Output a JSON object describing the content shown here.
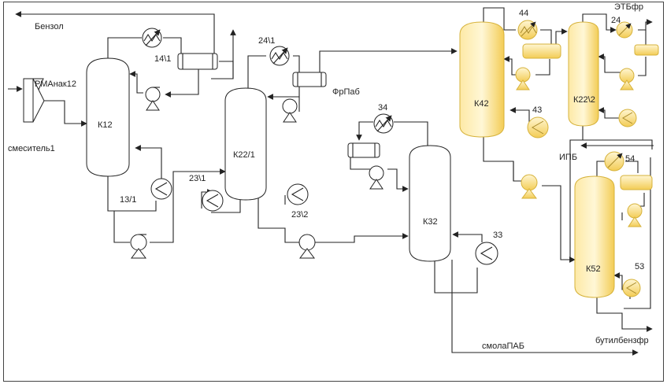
{
  "labels": {
    "benzol": "Бензол",
    "rma": "РМАнак12",
    "smesitel": "смеситель1",
    "he_14_1": "14\\1",
    "k12": "К12",
    "p_13_1": "13/1",
    "he_24_1": "24\\1",
    "k22_1": "К22/1",
    "he_23_1": "23\\1",
    "he_23_2": "23\\2",
    "frpab": "ФрПаб",
    "he_34": "34",
    "k32": "К32",
    "he_33": "33",
    "k42": "К42",
    "he_44": "44",
    "he_43": "43",
    "etbfr": "ЭТБфр",
    "he_24": "24",
    "k22_2": "К22\\2",
    "ipb": "ИПБ",
    "he_54": "54",
    "k52": "К52",
    "he_53": "53",
    "butil": "бутилбензфр",
    "smola": "смолаПАБ"
  }
}
